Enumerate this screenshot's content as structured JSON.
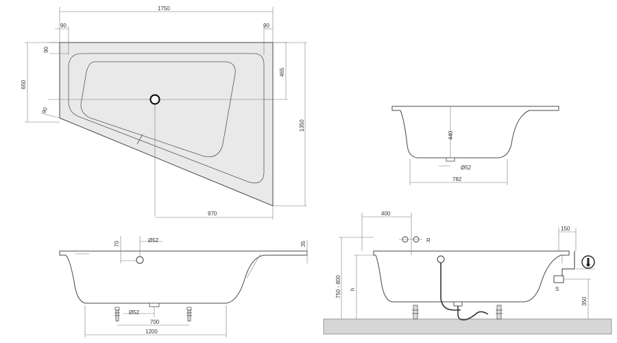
{
  "top_view": {
    "width_label": "1750",
    "left_inset_label": "90",
    "right_inset_label": "90",
    "rim_top_label": "90",
    "left_height_label": "650",
    "diag_rim_label": "90",
    "right_upper_label": "465",
    "right_total_label": "1350",
    "bottom_length_label": "970"
  },
  "side_right": {
    "depth_label": "440",
    "drain_label": "Ø52",
    "width_label": "782"
  },
  "front_left": {
    "rim_label": "35",
    "overflow_offset_label": "70",
    "overflow_label": "Ø52",
    "drain_label": "Ø52",
    "feet_spacing_label": "700",
    "base_length_label": "1200"
  },
  "install": {
    "tap_offset_label": "400",
    "tap_marker": "R",
    "rim_width_label": "150",
    "height_range_label": "750 - 800",
    "h_label": "h",
    "siphon_marker": "S",
    "siphon_height_label": "350"
  }
}
